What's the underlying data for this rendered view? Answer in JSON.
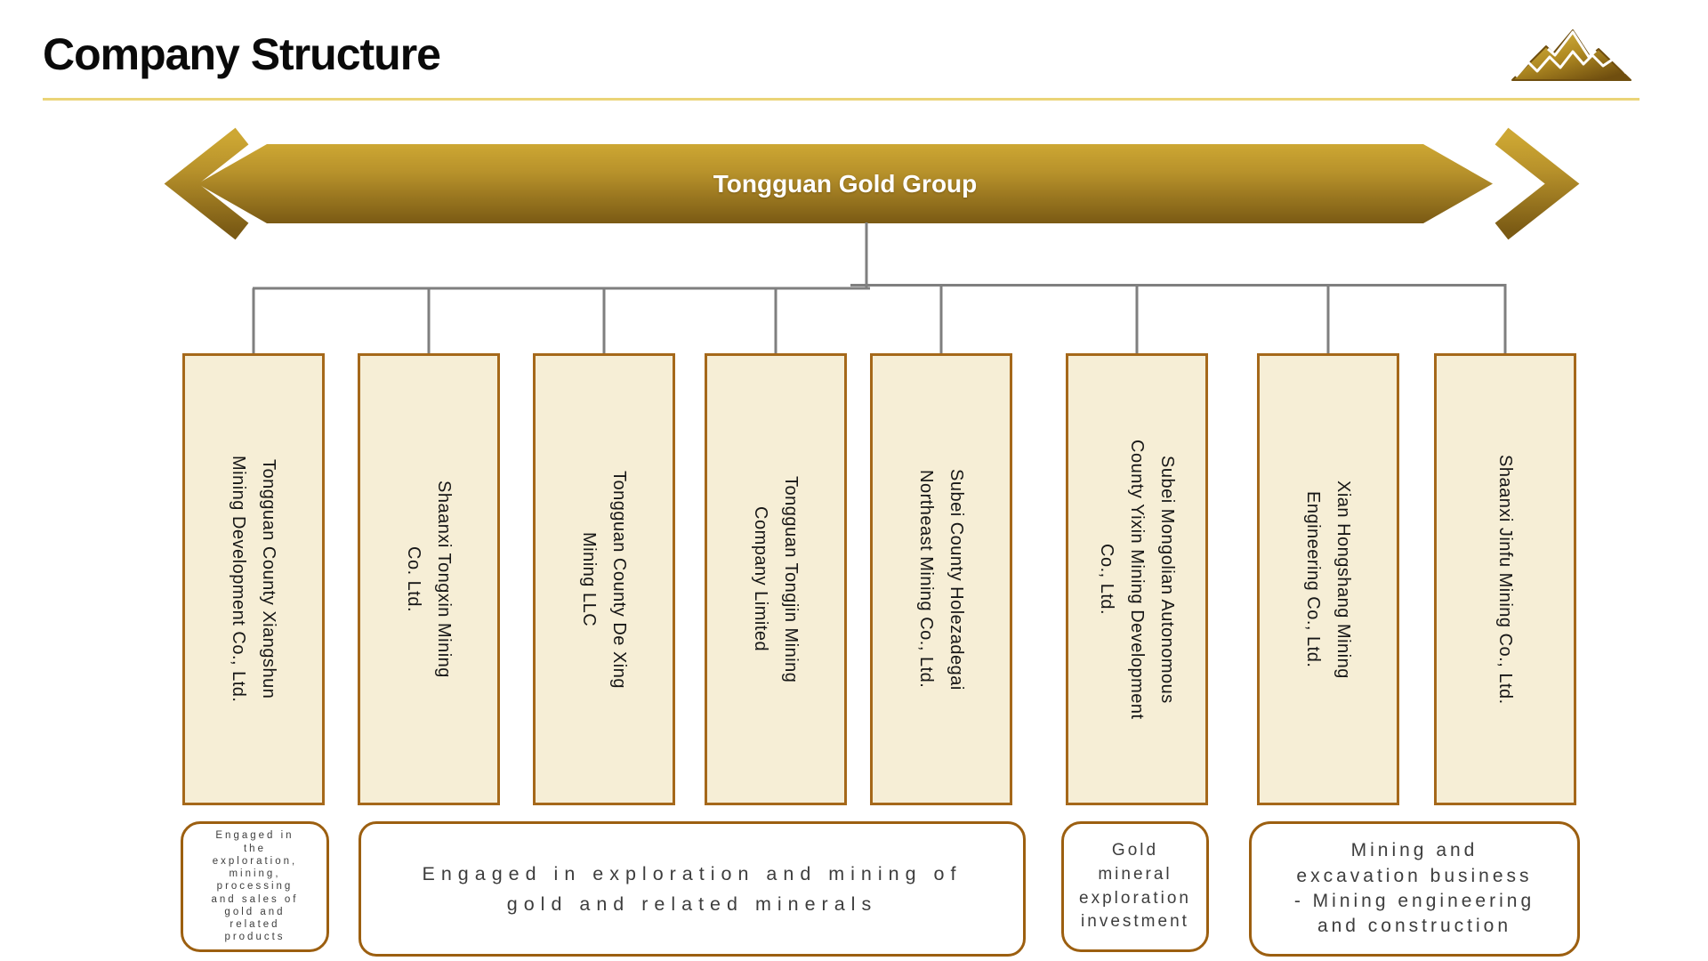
{
  "title": "Company Structure",
  "banner": {
    "label": "Tongguan Gold Group"
  },
  "companies": [
    {
      "name": "Tongguan County Xiangshun\nMining Development Co., Ltd."
    },
    {
      "name": "Shaanxi Tongxin Mining\nCo. Ltd."
    },
    {
      "name": "Tongguan County De Xing\nMining LLC"
    },
    {
      "name": "Tongguan Tongjin Mining\nCompany Limited"
    },
    {
      "name": "Subei County Holezadegai\nNortheast Mining Co., Ltd."
    },
    {
      "name": "Subei Mongolian Autonomous\nCounty Yixin Mining Development\nCo., Ltd."
    },
    {
      "name": "Xian Hongshang Mining\nEngineering Co., Ltd."
    },
    {
      "name": "Shaanxi Jinfu Mining Co., Ltd."
    }
  ],
  "descriptions": [
    {
      "text": "Engaged in\nthe\nexploration,\nmining,\nprocessing\nand sales of\ngold and\nrelated\nproducts"
    },
    {
      "text": "Engaged in exploration and mining of\ngold and related minerals"
    },
    {
      "text": "Gold\nmineral\nexploration\ninvestment"
    },
    {
      "text": "Mining and\nexcavation business\n- Mining engineering\nand construction"
    }
  ],
  "icons": {
    "logo": "gold-mountains-logo"
  },
  "colors": {
    "banner_gold_top": "#CDA733",
    "banner_gold_mid": "#B8922B",
    "banner_gold_bottom": "#7A5A14",
    "box_fill": "#F6EED6",
    "box_border": "#A5681A",
    "desc_border": "#9C5F10",
    "connector": "#7F7F7F",
    "rule": "#EBD478"
  }
}
